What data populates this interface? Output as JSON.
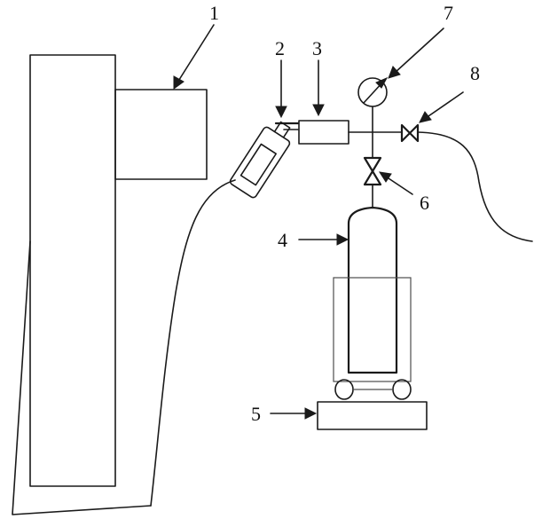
{
  "labels": {
    "l1": "1",
    "l2": "2",
    "l3": "3",
    "l4": "4",
    "l5": "5",
    "l6": "6",
    "l7": "7",
    "l8": "8"
  },
  "colors": {
    "line": "#1a1a1a",
    "frame": "#4d4d4d",
    "background": "#ffffff"
  }
}
